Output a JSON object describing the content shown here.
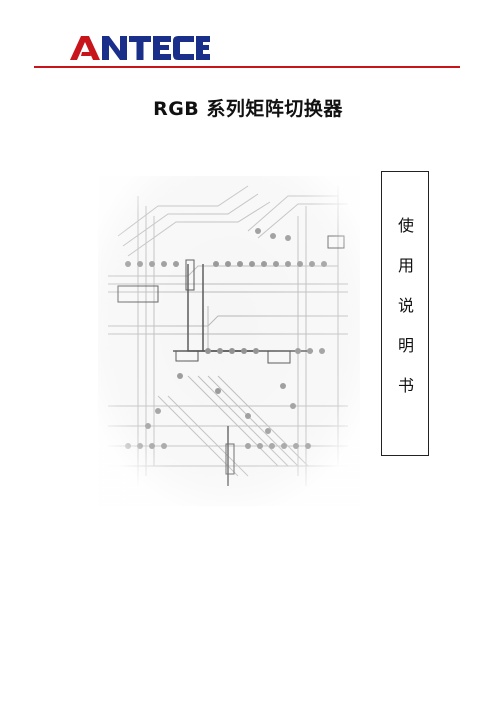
{
  "header": {
    "logo_text": "ANTECE",
    "brand_color": "#c8151b",
    "logo_blue": "#1a2f8a"
  },
  "title": "RGB 系列矩阵切换器",
  "manual_label": {
    "chars": [
      "使",
      "用",
      "说",
      "明",
      "书"
    ]
  },
  "illustration": {
    "icon": "circuit-board-image"
  }
}
